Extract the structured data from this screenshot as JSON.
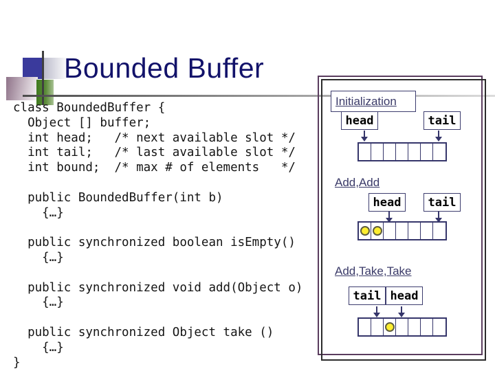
{
  "slide": {
    "title": "Bounded Buffer",
    "code": "class BoundedBuffer {\n  Object [] buffer;\n  int head;   /* next available slot */\n  int tail;   /* last available slot */\n  int bound;  /* max # of elements   */\n\n  public BoundedBuffer(int b)\n    {…}\n\n  public synchronized boolean isEmpty()\n    {…}\n\n  public synchronized void add(Object o)\n    {…}\n\n  public synchronized Object take ()\n    {…}\n}"
  },
  "panel": {
    "sections": [
      {
        "label": "Initialization",
        "pointers": [
          {
            "label": "head",
            "points_to_cell": 1
          },
          {
            "label": "tail",
            "points_to_cell": 7
          }
        ],
        "cells": [
          false,
          false,
          false,
          false,
          false,
          false,
          false
        ]
      },
      {
        "label": "Add,Add",
        "pointers": [
          {
            "label": "head",
            "points_to_cell": 3
          },
          {
            "label": "tail",
            "points_to_cell": 7
          }
        ],
        "cells": [
          true,
          true,
          false,
          false,
          false,
          false,
          false
        ]
      },
      {
        "label": "Add,Take,Take",
        "pointers": [
          {
            "label": "tail",
            "points_to_cell": 2
          },
          {
            "label": "head",
            "points_to_cell": 4
          }
        ],
        "cells": [
          false,
          false,
          true,
          false,
          false,
          false,
          false
        ]
      }
    ]
  },
  "colors": {
    "title_text": "#12126a",
    "label_text": "#3a3a68",
    "diagram_border": "#35356a",
    "panel_back_border": "#5a3c5e",
    "panel_front_border": "#2b2b2b",
    "buffer_item_fill": "#fdee30",
    "decor_blue": "#3a3a9c",
    "decor_green": "#3f7a1e"
  }
}
